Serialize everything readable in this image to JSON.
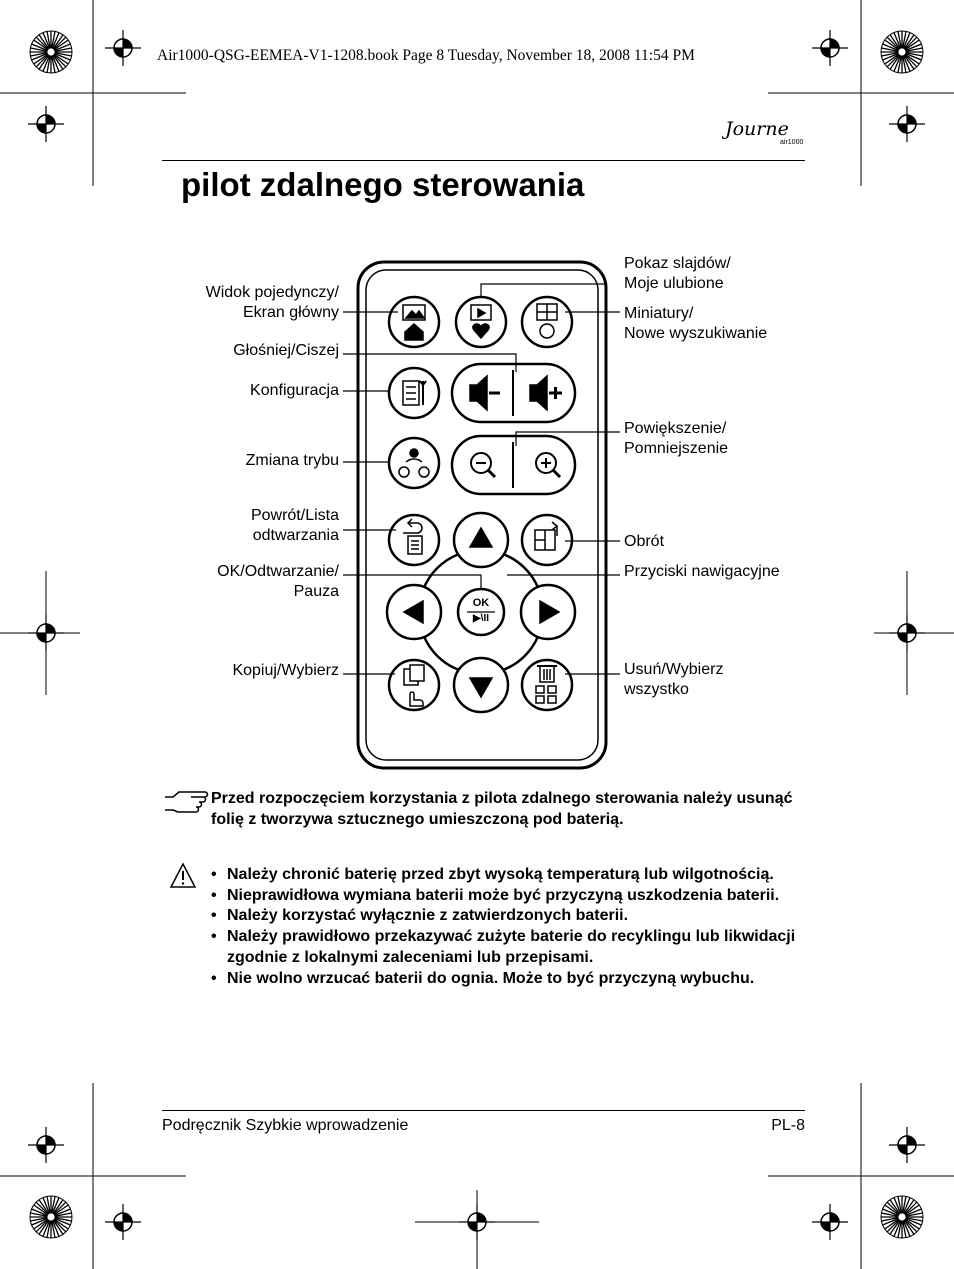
{
  "header": {
    "file_info": "Air1000-QSG-EEMEA-V1-1208.book  Page 8  Tuesday, November 18, 2008  11:54 PM"
  },
  "logo": {
    "script": "Journe",
    "sub": "air1000"
  },
  "title": "pilot zdalnego sterowania",
  "labels_left": {
    "single_view_1": "Widok pojedynczy/",
    "single_view_2": "Ekran główny",
    "volume": "Głośniej/Ciszej",
    "config": "Konfiguracja",
    "mode": "Zmiana trybu",
    "back_1": "Powrót/Lista",
    "back_2": "odtwarzania",
    "ok_1": "OK/Odtwarzanie/",
    "ok_2": "Pauza",
    "copy": "Kopiuj/Wybierz"
  },
  "labels_right": {
    "slideshow_1": "Pokaz slajdów/",
    "slideshow_2": "Moje ulubione",
    "thumbs_1": "Miniatury/",
    "thumbs_2": "Nowe wyszukiwanie",
    "zoom_1": "Powiększenie/",
    "zoom_2": "Pomniejszenie",
    "rotate": "Obrót",
    "nav": "Przyciski nawigacyjne",
    "delete_1": "Usuń/Wybierz",
    "delete_2": "wszystko"
  },
  "remote": {
    "ok_label": "OK",
    "play_pause": "▶\\II"
  },
  "note": "Przed rozpoczęciem korzystania z pilota zdalnego sterowania należy usunąć folię z tworzywa sztucznego umieszczoną pod baterią.",
  "warnings": [
    "Należy chronić baterię przed zbyt wysoką temperaturą lub wilgotnością.",
    "Nieprawidłowa wymiana baterii może być przyczyną uszkodzenia baterii.",
    "Należy korzystać wyłącznie z zatwierdzonych baterii.",
    "Należy prawidłowo przekazywać zużyte baterie do recyklingu lub likwidacji zgodnie z lokalnymi zaleceniami lub przepisami.",
    "Nie wolno wrzucać baterii do ognia. Może to być przyczyną wybuchu."
  ],
  "footer": {
    "left": "Podręcznik Szybkie wprowadzenie",
    "right": "PL-8"
  }
}
